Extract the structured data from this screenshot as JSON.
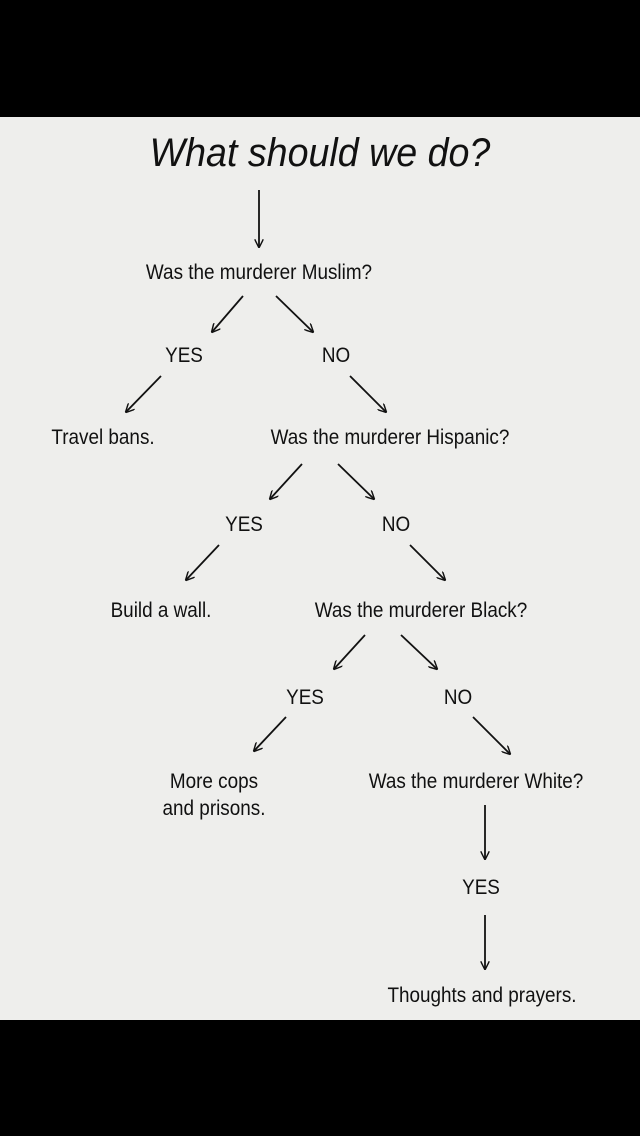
{
  "title": "What should we do?",
  "questions": [
    "Was the murderer Muslim?",
    "Was the murderer Hispanic?",
    "Was the murderer Black?",
    "Was the murderer White?"
  ],
  "yes_label": "YES",
  "no_label": "NO",
  "answers": {
    "muslim": "Travel bans.",
    "hispanic": "Build a wall.",
    "black_line1": "More cops",
    "black_line2": "and prisons.",
    "white": "Thoughts and prayers."
  },
  "colors": {
    "background": "#eeeeec",
    "frame": "#000000",
    "text": "#111111"
  }
}
